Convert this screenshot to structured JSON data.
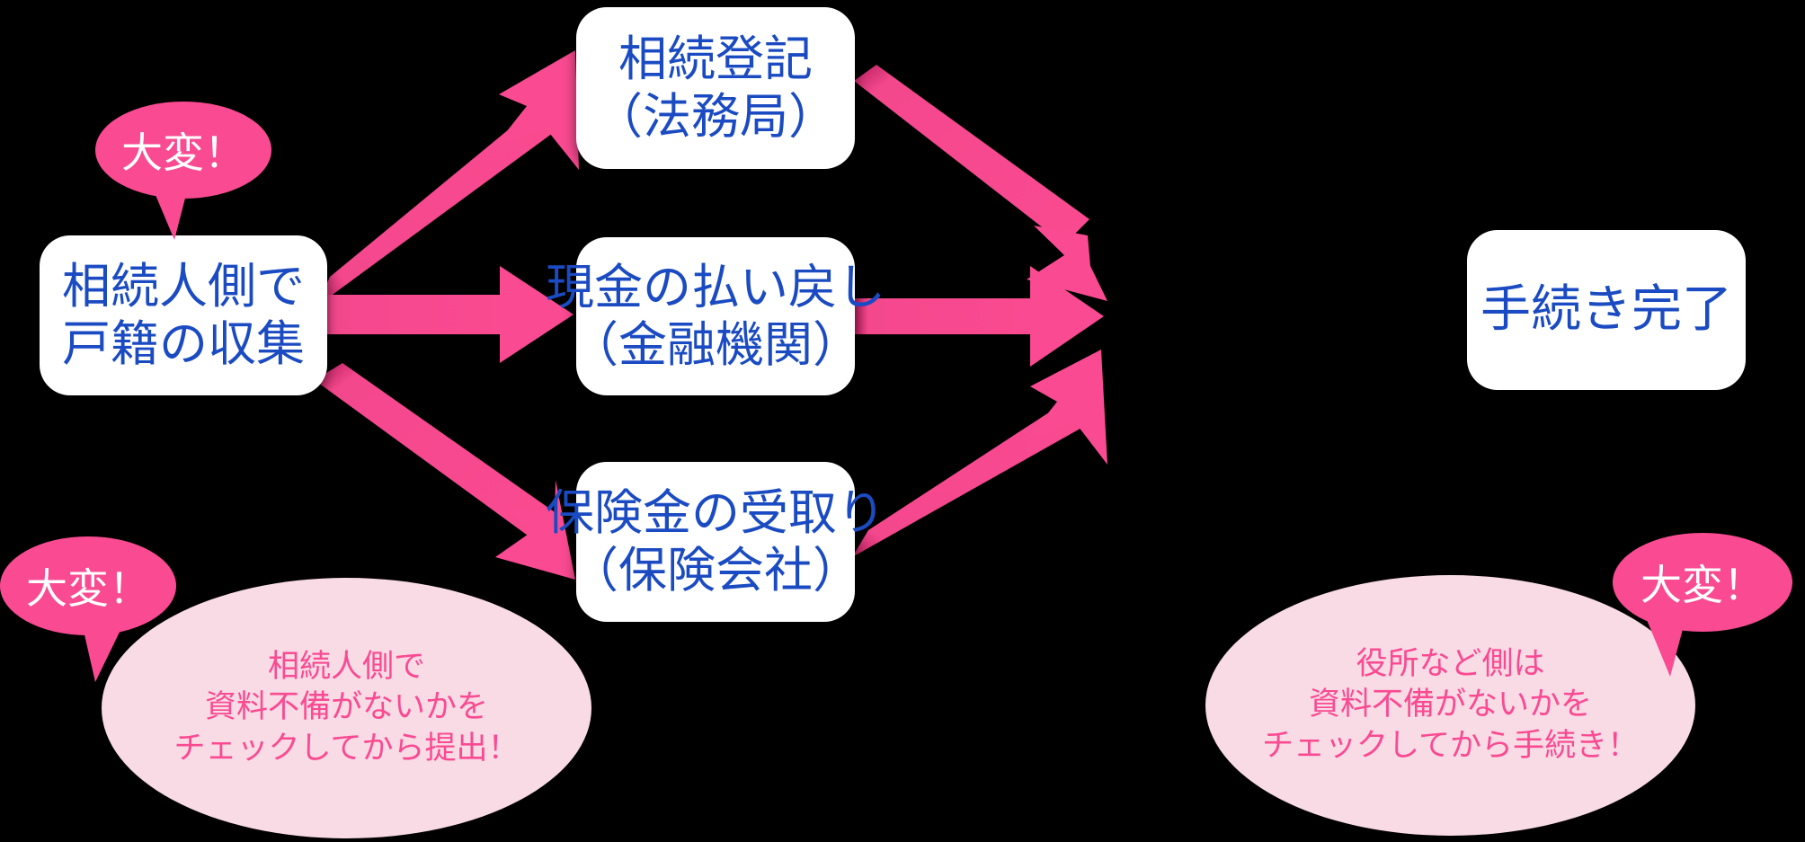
{
  "diagram": {
    "background_color": "#000000",
    "accent_pink": "#fa4a91",
    "note_fill": "#f9dbe6",
    "node_text_color": "#1b4bc2",
    "nodes": {
      "source": {
        "lines": [
          "相続人側で",
          "戸籍の収集"
        ]
      },
      "registration": {
        "lines": [
          "相続登記",
          "（法務局）"
        ]
      },
      "cash": {
        "lines": [
          "現金の払い戻し",
          "（金融機関）"
        ]
      },
      "insurance": {
        "lines": [
          "保険金の受取り",
          "（保険会社）"
        ]
      },
      "complete": {
        "lines": [
          "手続き完了"
        ]
      }
    },
    "bubbles": {
      "top_left": {
        "label": "大変！"
      },
      "bottom_left": {
        "label": "大変！"
      },
      "bottom_right": {
        "label": "大変！"
      }
    },
    "notes": {
      "left": {
        "lines": [
          "相続人側で",
          "資料不備がないかを",
          "チェックしてから提出！"
        ]
      },
      "right": {
        "lines": [
          "役所など側は",
          "資料不備がないかを",
          "チェックしてから手続き！"
        ]
      }
    },
    "arrows": [
      {
        "name": "source-to-registration",
        "from": "source",
        "to": "registration"
      },
      {
        "name": "source-to-cash",
        "from": "source",
        "to": "cash"
      },
      {
        "name": "source-to-insurance",
        "from": "source",
        "to": "insurance"
      },
      {
        "name": "registration-to-complete",
        "from": "registration",
        "to": "complete"
      },
      {
        "name": "cash-to-complete",
        "from": "cash",
        "to": "complete"
      },
      {
        "name": "insurance-to-complete",
        "from": "insurance",
        "to": "complete"
      }
    ]
  }
}
